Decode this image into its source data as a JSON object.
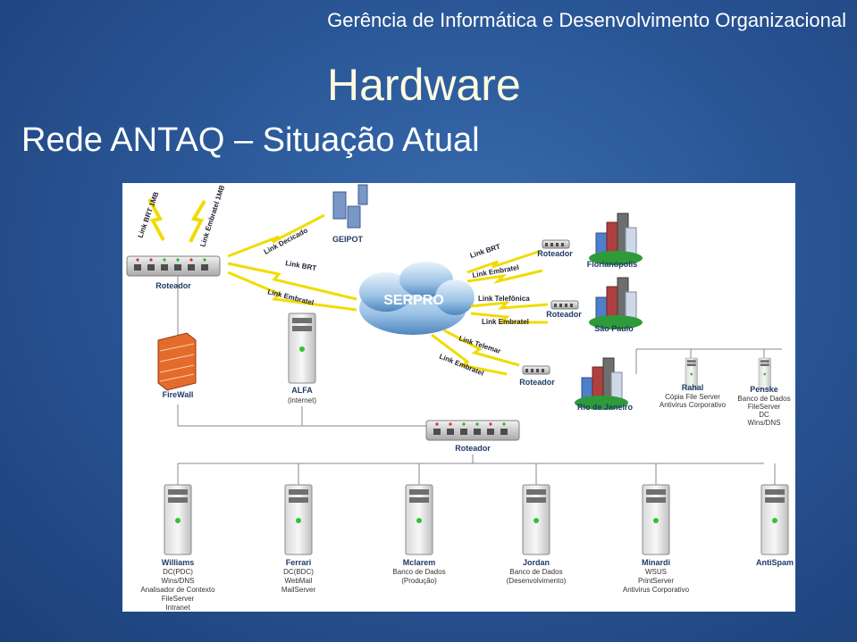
{
  "header": {
    "org": "Gerência de Informática e Desenvolvimento Organizacional"
  },
  "slide": {
    "title": "Hardware",
    "subtitle": "Rede ANTAQ – Situação Atual"
  },
  "diagram": {
    "links": {
      "brt_1mb": "Link BRT 1MB",
      "embratel_1mb": "Link Embratel 1MB",
      "dedicado": "Link Decicado",
      "brt": "Link BRT",
      "embratel": "Link Embratel",
      "telefonica": "Link Telefônica",
      "telemar": "Link Telemar"
    },
    "nodes": {
      "router_top": "Roteador",
      "geipot": "GEIPOT",
      "serpro": "SERPRO",
      "firewall": "FireWall",
      "alfa": "ALFA",
      "alfa_sub": "(internet)",
      "router_center": "Roteador",
      "router_fl": "Roteador",
      "florianopolis": "Florianópolis",
      "router_sp": "Roteador",
      "sao_paulo": "São Paulo",
      "router_rj": "Roteador",
      "rio": "Rio de Janeiro"
    },
    "rahal": {
      "name": "Rahal",
      "lines": [
        "Cópia File Server",
        "Antivirus Corporativo"
      ]
    },
    "penske": {
      "name": "Penske",
      "lines": [
        "Banco de Dados",
        "FileServer",
        "DC",
        "Wins/DNS"
      ]
    },
    "servers": [
      {
        "name": "Williams",
        "lines": [
          "DC(PDC)",
          "Wins/DNS",
          "Analisador de Contexto",
          "FileServer",
          "Intranet"
        ]
      },
      {
        "name": "Ferrari",
        "lines": [
          "DC(BDC)",
          "WebMail",
          "MailServer"
        ]
      },
      {
        "name": "Mclarem",
        "lines": [
          "Banco de Dados",
          "(Produção)"
        ]
      },
      {
        "name": "Jordan",
        "lines": [
          "Banco de Dados",
          "(Desenvolvimento)"
        ]
      },
      {
        "name": "Minardi",
        "lines": [
          "WSUS",
          "PrintServer",
          "Antivirus Corporativo"
        ]
      },
      {
        "name": "AntiSpam",
        "lines": []
      }
    ]
  }
}
